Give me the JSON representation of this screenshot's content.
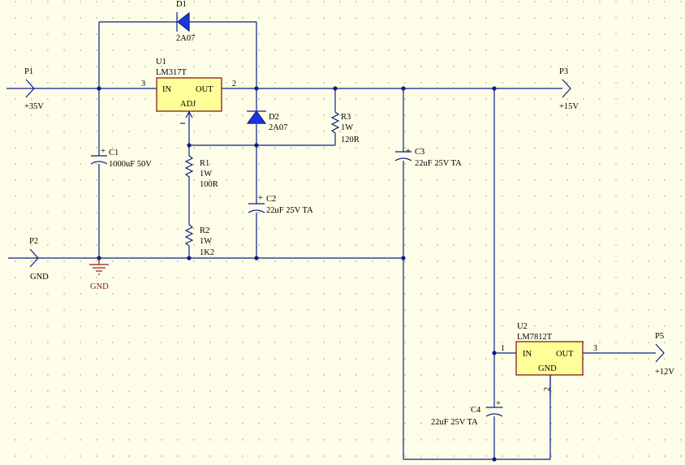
{
  "ports": {
    "p1": {
      "designator": "P1",
      "net": "+35V"
    },
    "p2": {
      "designator": "P2",
      "net": "GND"
    },
    "p3": {
      "designator": "P3",
      "net": "+15V"
    },
    "p5": {
      "designator": "P5",
      "net": "+12V"
    }
  },
  "ground": {
    "label": "GND"
  },
  "u1": {
    "designator": "U1",
    "part": "LM317T",
    "pins": {
      "in": "IN",
      "out": "OUT",
      "adj": "ADJ"
    },
    "pin_numbers": {
      "in": "3",
      "out": "2"
    }
  },
  "u2": {
    "designator": "U2",
    "part": "LM7812T",
    "pins": {
      "in": "IN",
      "out": "OUT",
      "gnd": "GND"
    },
    "pin_numbers": {
      "in": "1",
      "out": "3",
      "gnd": "2"
    }
  },
  "d1": {
    "designator": "D1",
    "value": "2A07"
  },
  "d2": {
    "designator": "D2",
    "value": "2A07"
  },
  "r1": {
    "designator": "R1",
    "power": "1W",
    "value": "100R"
  },
  "r2": {
    "designator": "R2",
    "power": "1W",
    "value": "1K2"
  },
  "r3": {
    "designator": "R3",
    "power": "1W",
    "value": "120R"
  },
  "c1": {
    "designator": "C1",
    "value": "1000uF 50V"
  },
  "c2": {
    "designator": "C2",
    "value": "22uF 25V TA"
  },
  "c3": {
    "designator": "C3",
    "value": "22uF 25V TA"
  },
  "c4": {
    "designator": "C4",
    "value": "22uF 25V TA"
  },
  "colors": {
    "wire": "#0a1e8c",
    "ic_fill": "#ffff99",
    "ic_border": "#8b1a1a",
    "diode_fill": "#1c34e0",
    "background": "#fefee8"
  }
}
